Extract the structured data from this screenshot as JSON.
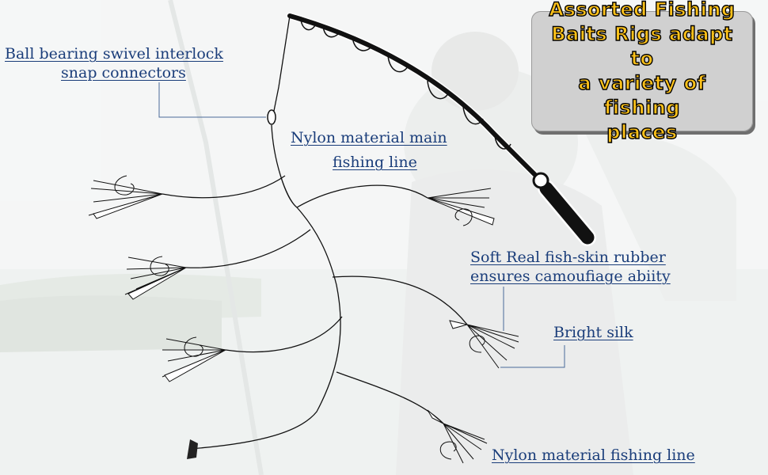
{
  "banner": {
    "text": "Assorted Fishing\nBaits Rigs adapt to\na variety of fishing\nplaces"
  },
  "labels": {
    "swivel": "Ball bearing swivel interlock",
    "swivel_line2": "snap connectors",
    "main_line": "Nylon material main",
    "main_line_2": "fishing line",
    "rubber": "Soft Real fish-skin rubber",
    "rubber_2": "ensures camoufiage abiity",
    "silk": "Bright silk",
    "fishing_line": "Nylon material fishing line"
  },
  "colors": {
    "label_text": "#1a3d7a",
    "banner_text": "#ffc21a",
    "banner_bg": "#d0d0d0",
    "line": "#1a1a1a"
  }
}
